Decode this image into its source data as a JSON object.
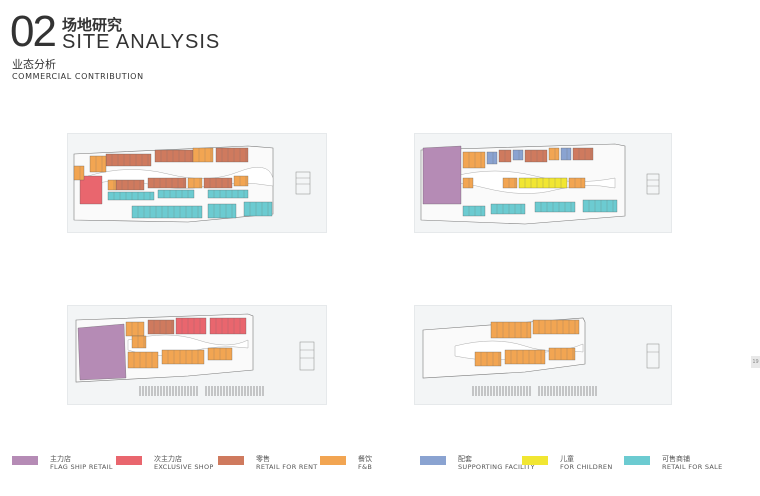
{
  "header": {
    "page_number": "02",
    "title_cn": "场地研究",
    "title_en": "SITE ANALYSIS",
    "subtitle_cn": "业态分析",
    "subtitle_en": "COMMERCIAL CONTRIBUTION"
  },
  "side_tag": "19",
  "legend": [
    {
      "cn": "主力店",
      "en": "FLAG SHIP RETAIL",
      "color": "#b58bb5"
    },
    {
      "cn": "次主力店",
      "en": "EXCLUSIVE SHOP",
      "color": "#e9666e"
    },
    {
      "cn": "零售",
      "en": "RETAIL FOR RENT",
      "color": "#cf7a5e"
    },
    {
      "cn": "餐饮",
      "en": "F&B",
      "color": "#f2a552"
    },
    {
      "cn": "配套",
      "en": "SUPPORTING FACILITY",
      "color": "#8aa3d1"
    },
    {
      "cn": "儿童",
      "en": "FOR CHILDREN",
      "color": "#f1e632"
    },
    {
      "cn": "可售商铺",
      "en": "RETAIL FOR SALE",
      "color": "#6ccbd1"
    }
  ],
  "colors": {
    "flagship": "#b58bb5",
    "exclusive": "#e9666e",
    "retail": "#cf7a5e",
    "fb": "#f2a552",
    "supporting": "#8aa3d1",
    "children": "#f1e632",
    "sale": "#6ccbd1",
    "outline": "#555555",
    "corridor": "#ffffff"
  }
}
